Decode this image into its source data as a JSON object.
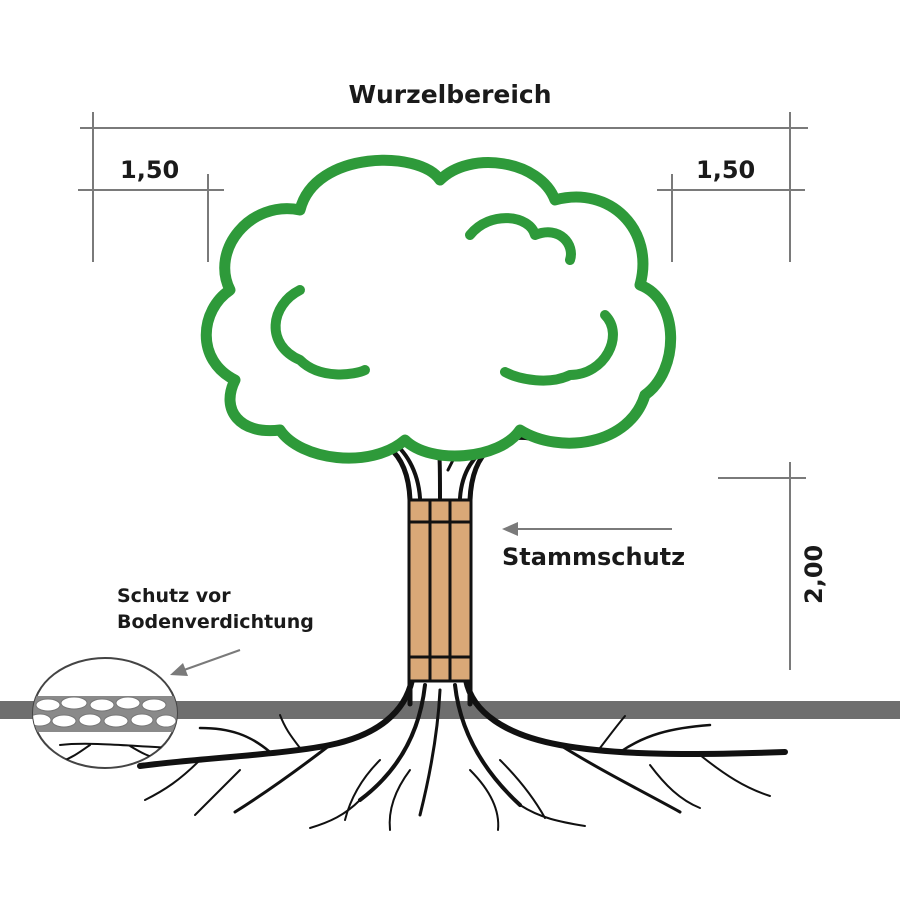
{
  "labels": {
    "root_zone": "Wurzelbereich",
    "offset_left": "1,50",
    "offset_right": "1,50",
    "trunk_protection": "Stammschutz",
    "protection_height": "2,00",
    "soil_protection_line1": "Schutz vor",
    "soil_protection_line2": "Bodenverdichtung"
  },
  "icons": {
    "tree": "tree-icon",
    "trunk_guard": "trunk-guard-icon",
    "roots": "roots-icon",
    "soil_detail": "soil-detail-icon"
  },
  "colors": {
    "crown": "#2e9a3a",
    "trunk_guard": "#d9a877",
    "ground": "#6e6e6e",
    "dimension_lines": "#7a7a7a",
    "outline": "#111111"
  }
}
